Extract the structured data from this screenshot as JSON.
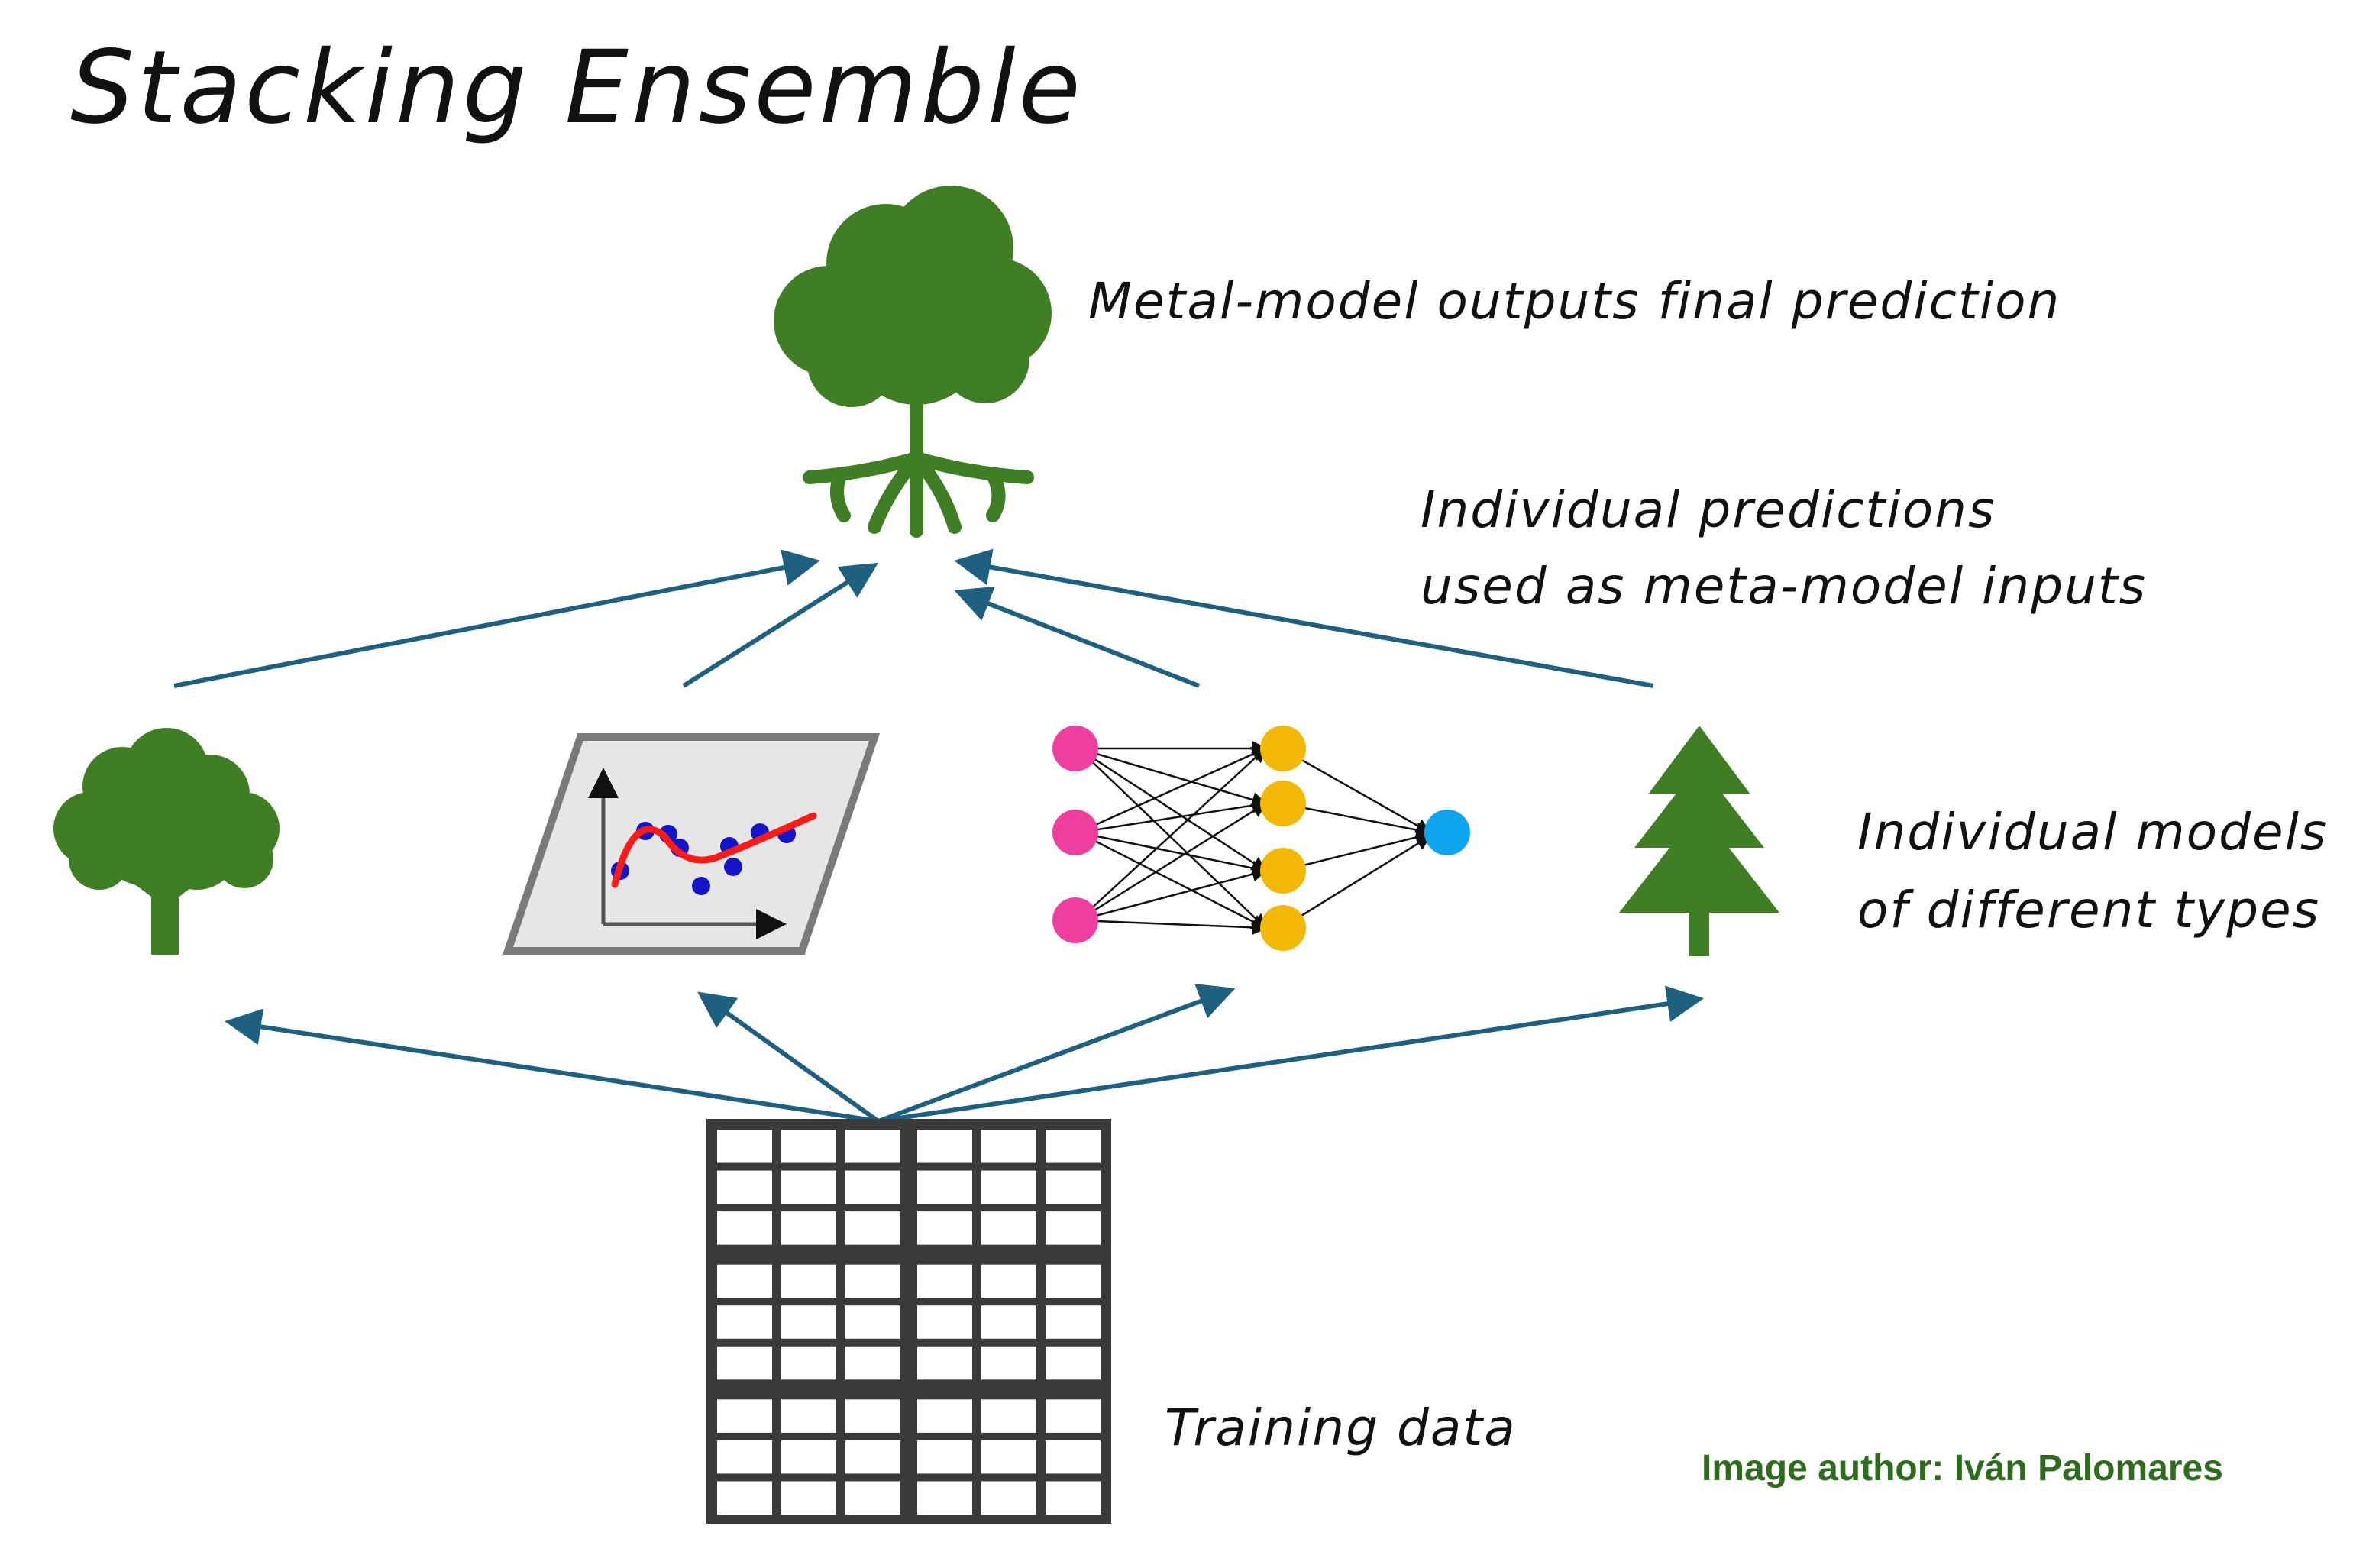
{
  "title": "Stacking Ensemble",
  "labels": {
    "meta_model": "Metal-model outputs final prediction",
    "predictions_line1": "Individual predictions",
    "predictions_line2": "used as meta-model inputs",
    "models_line1": "Individual models",
    "models_line2": "of different types",
    "training": "Training data"
  },
  "credit": "Image author: Iván Palomares",
  "colors": {
    "arrow": "#1f5f80",
    "tree_green": "#3f7e24",
    "input_node": "#ee3fa0",
    "hidden_node": "#f3b705",
    "output_node": "#0ea6ee",
    "curve": "#ff1a1a",
    "points": "#1414c8",
    "grid": "#3a3a3a",
    "credit": "#2e6b1f"
  },
  "icons": {
    "meta_model": "tree-with-roots-icon",
    "model_1": "deciduous-tree-icon",
    "model_2": "regression-plot-icon",
    "model_3": "neural-network-icon",
    "model_4": "pine-tree-icon",
    "data": "data-grid-icon"
  }
}
